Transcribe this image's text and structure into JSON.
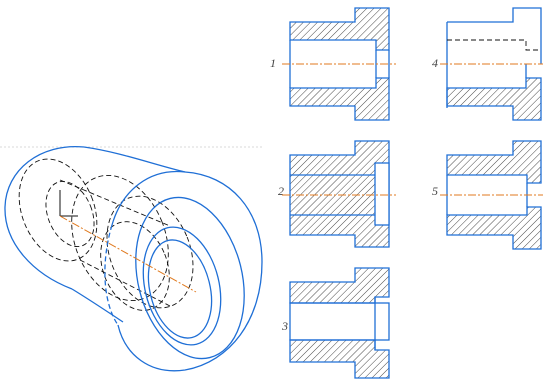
{
  "colors": {
    "outline": "#1f6fd6",
    "hidden": "#111111",
    "centerline": "#e07a1f",
    "hatch": "#333333",
    "guide": "#cfcfcf"
  },
  "figure": {
    "isometric_view": "isometric-bushing",
    "options": [
      {
        "label": "1",
        "variant": "cut-correct"
      },
      {
        "label": "2",
        "variant": "solid-bore-hatched"
      },
      {
        "label": "3",
        "variant": "bore-steps-hidden"
      },
      {
        "label": "4",
        "variant": "hidden-top-half"
      },
      {
        "label": "5",
        "variant": "wide-hub-cut"
      }
    ]
  }
}
